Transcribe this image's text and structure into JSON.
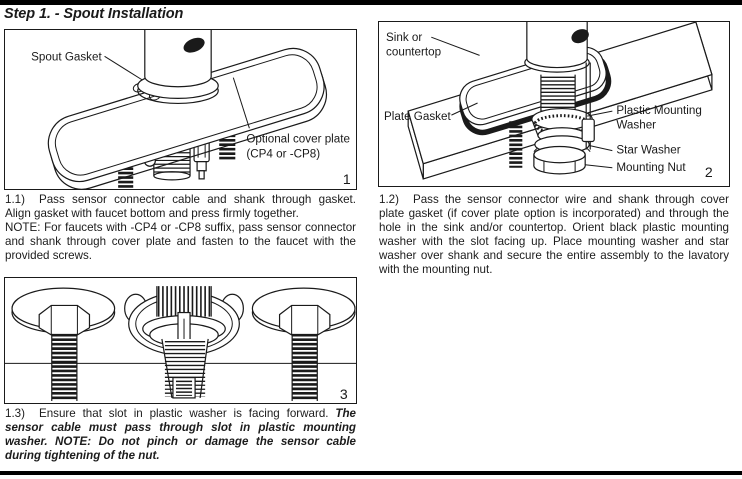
{
  "page": {
    "title": "Step 1. - Spout Installation"
  },
  "figures": {
    "fig1": {
      "number": "1",
      "label_spout_gasket": "Spout Gasket",
      "label_cover_plate_1": "Optional cover plate",
      "label_cover_plate_2": "(CP4 or -CP8)"
    },
    "fig2": {
      "number": "2",
      "label_sink_1": "Sink or",
      "label_sink_2": "countertop",
      "label_plate_gasket": "Plate Gasket",
      "label_plastic_washer_1": "Plastic Mounting",
      "label_plastic_washer_2": "Washer",
      "label_star_washer": "Star Washer",
      "label_mounting_nut": "Mounting Nut"
    },
    "fig3": {
      "number": "3"
    }
  },
  "steps": {
    "s1_1": {
      "num": "1.1)",
      "text": "Pass sensor connector cable and shank through gasket. Align gasket with faucet bottom and press firmly together.",
      "note": "NOTE: For faucets with -CP4 or -CP8 suffix, pass sensor connector and shank through cover plate and fasten to the faucet with the provided screws."
    },
    "s1_2": {
      "num": "1.2)",
      "text": "Pass the sensor connector wire and shank through cover plate gasket (if cover plate option is incorporated) and through the hole in the sink and/or countertop.  Orient black plastic mounting washer with the slot facing up.  Place mounting washer and star washer over shank and secure the entire assembly to the lavatory with the mounting nut."
    },
    "s1_3": {
      "num": "1.3)",
      "text": "Ensure that slot in plastic washer is facing forward.",
      "emphasis": "The sensor cable must pass through slot in plastic mounting washer.  NOTE: Do not pinch or damage the sensor cable during tightening of the nut."
    }
  }
}
